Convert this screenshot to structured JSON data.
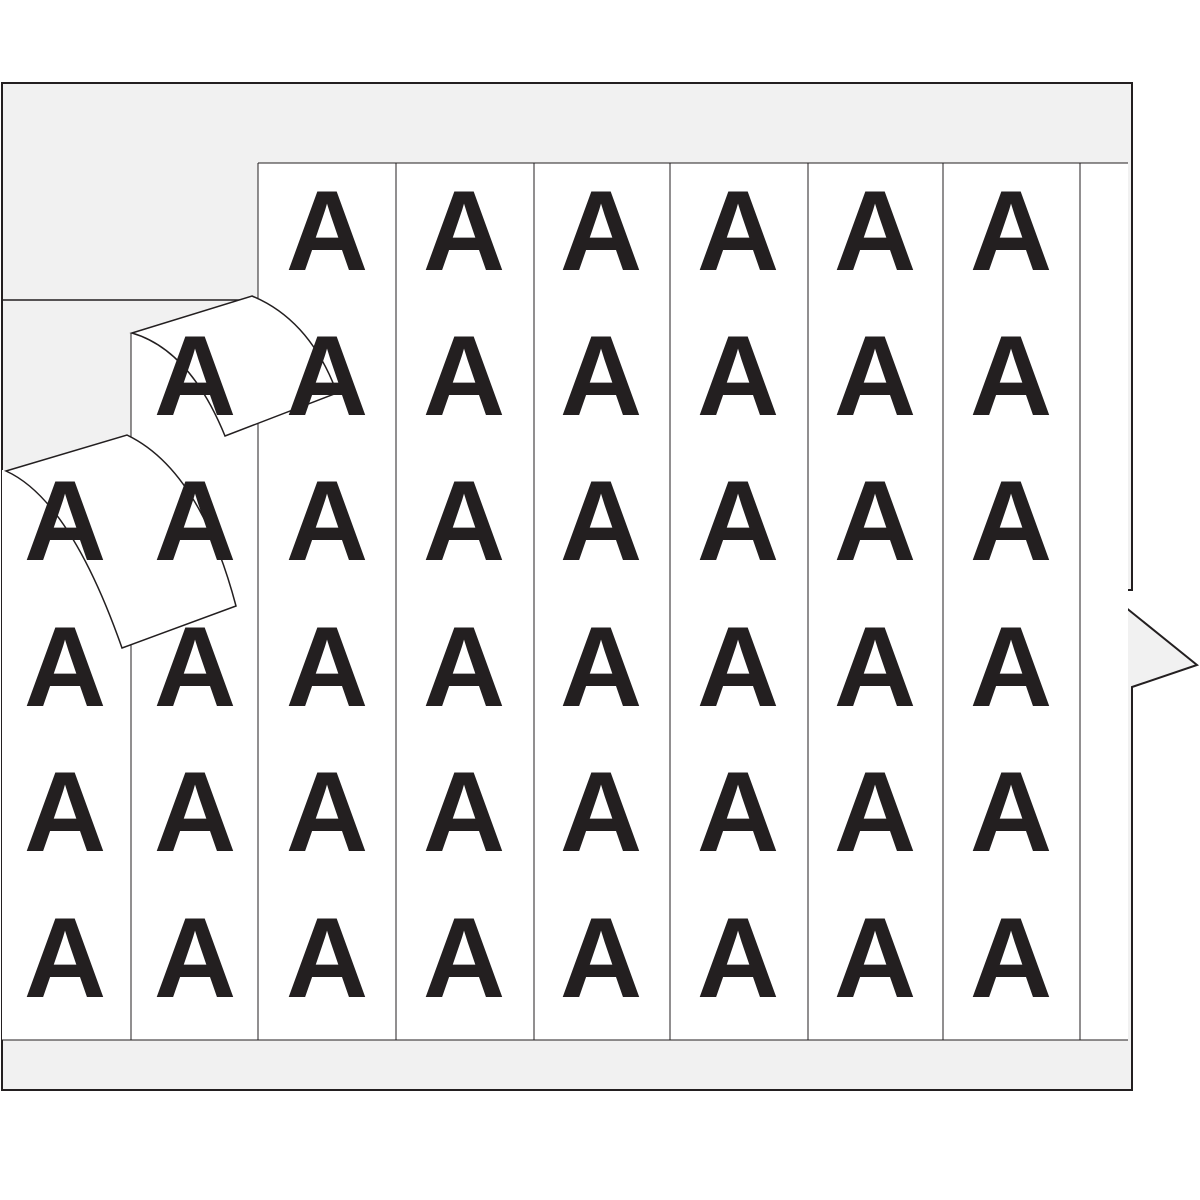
{
  "label_character": "A",
  "colors": {
    "ink": "#231f20",
    "liner": "#f1f1f1",
    "label": "#ffffff"
  },
  "sheet": {
    "columns": [
      {
        "rows": [
          2,
          3,
          4,
          5
        ]
      },
      {
        "rows": [
          1,
          2,
          3,
          4,
          5
        ]
      },
      {
        "rows": [
          0,
          1,
          2,
          3,
          4,
          5
        ]
      },
      {
        "rows": [
          0,
          1,
          2,
          3,
          4,
          5
        ]
      },
      {
        "rows": [
          0,
          1,
          2,
          3,
          4,
          5
        ]
      },
      {
        "rows": [
          0,
          1,
          2,
          3,
          4,
          5
        ]
      },
      {
        "rows": [
          0,
          1,
          2,
          3,
          4,
          5
        ]
      },
      {
        "rows": [
          0,
          1,
          2,
          3,
          4,
          5
        ]
      }
    ],
    "peeled_labels": 2
  }
}
